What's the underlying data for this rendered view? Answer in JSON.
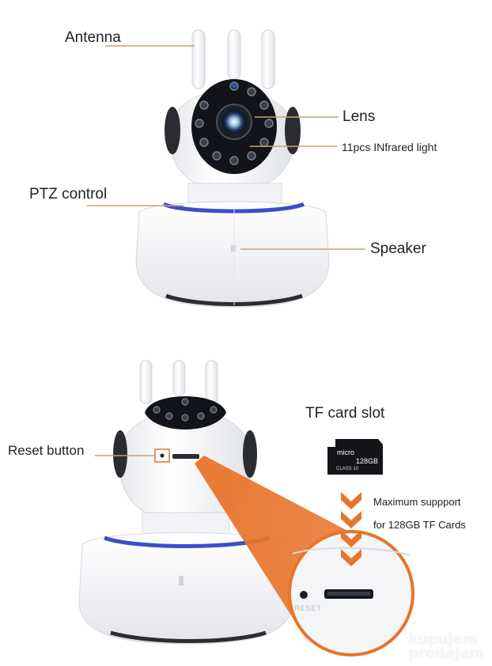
{
  "top_labels": {
    "antenna": "Antenna",
    "lens": "Lens",
    "infrared": "11pcs INfrared light",
    "ptz": "PTZ control",
    "speaker": "Speaker"
  },
  "bottom_labels": {
    "reset": "Reset button",
    "tf_slot": "TF card slot",
    "max_support_line1": "Maximum suppport",
    "max_support_line2": "for 128GB TF Cards"
  },
  "sd_card": {
    "brand": "micro",
    "capacity": "128GB",
    "class": "CLASS 10"
  },
  "zoom_panel": {
    "reset_text": "RESET"
  },
  "watermark": {
    "line1": "kupujem",
    "line2": "prodajem"
  },
  "colors": {
    "accent_orange": "#E8742A",
    "accent_blue": "#3A4FC9",
    "leader_line": "#C9A27A"
  }
}
